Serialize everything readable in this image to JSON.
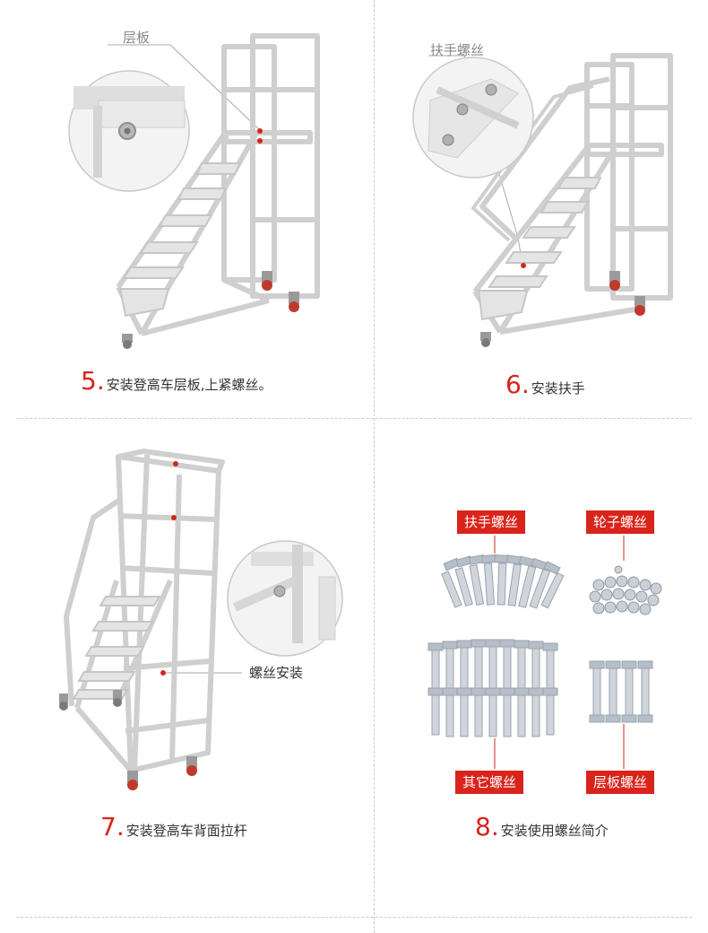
{
  "steps": [
    {
      "num": "5",
      "dot": ".",
      "text": "安装登高车层板,上紧螺丝。",
      "callout": "层板"
    },
    {
      "num": "6",
      "dot": ".",
      "text": "安装扶手",
      "callout": "扶手螺丝"
    },
    {
      "num": "7",
      "dot": ".",
      "text": "安装登高车背面拉杆",
      "callout": "螺丝安装"
    },
    {
      "num": "8",
      "dot": ".",
      "text": "安装使用螺丝简介"
    }
  ],
  "screw_tags": {
    "handrail": "扶手螺丝",
    "wheel": "轮子螺丝",
    "other": "其它螺丝",
    "shelf": "层板螺丝"
  },
  "colors": {
    "accent": "#d9241c",
    "frame": "#d8d8d8",
    "divider": "#c9c9c9"
  }
}
